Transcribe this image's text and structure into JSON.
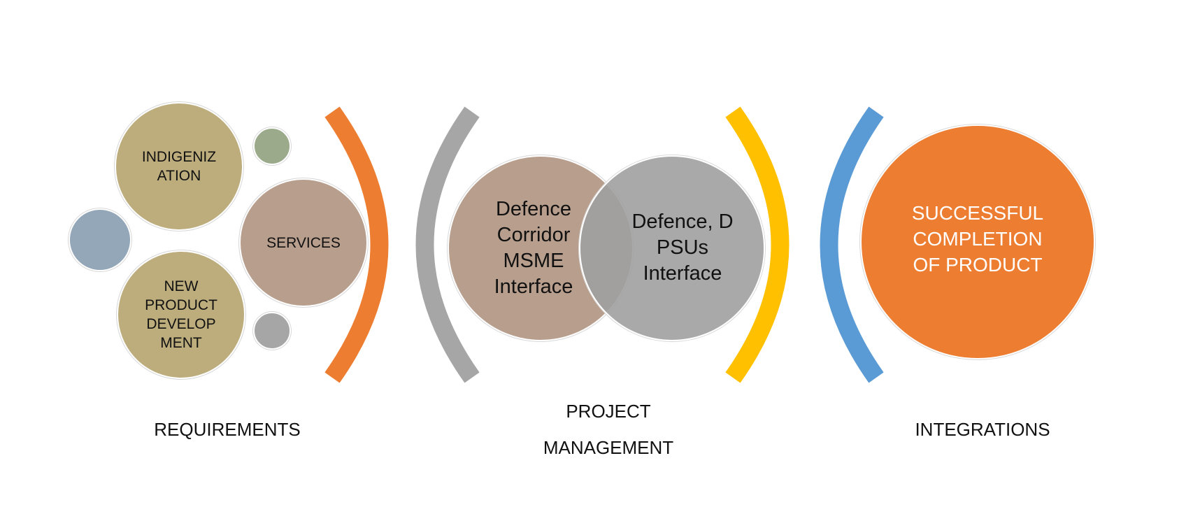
{
  "colors": {
    "khaki": "#bdad7c",
    "taupe": "#b89e8d",
    "gray": "#a6a6a6",
    "sage": "#9aaa8a",
    "slate": "#94a7b8",
    "orange": "#ed7d31",
    "yellow": "#ffc000",
    "blue": "#5b9bd5"
  },
  "requirements": {
    "indigenization": "INDIGENIZ\nATION",
    "services": "SERVICES",
    "new_product": "NEW\nPRODUCT\nDEVELOP\nMENT",
    "label": "REQUIREMENTS"
  },
  "project_management": {
    "left_circle": "Defence\nCorridor\nMSME\nInterface",
    "right_circle": "Defence, D\nPSUs\nInterface",
    "label": "PROJECT\nMANAGEMENT"
  },
  "integrations": {
    "result": "SUCCESSFUL\nCOMPLETION\nOF PRODUCT",
    "label": "INTEGRATIONS"
  }
}
